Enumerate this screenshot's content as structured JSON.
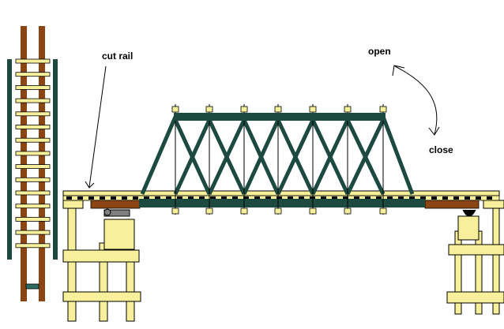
{
  "labels": {
    "cut_rail": "cut rail",
    "open": "open",
    "close": "close"
  },
  "colors": {
    "background": "#ffffff",
    "truss": "#1d4a40",
    "rail": "#8b4513",
    "timber": "#f7ef9a",
    "outline": "#000000",
    "deck_brown": "#8b4513",
    "marker": "#2e6b62"
  },
  "icons": {
    "pivot_arrow": "curved-double-arrow",
    "cut_pointer": "pointer-line"
  }
}
